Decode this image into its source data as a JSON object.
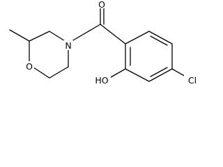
{
  "molecule": {
    "atom_labels": {
      "oxygen_carbonyl": "O",
      "nitrogen": "N",
      "oxygen_ring": "O",
      "chlorine": "Cl",
      "hydroxyl": "HO"
    },
    "colors": {
      "bond": "#000000",
      "label": "#000000",
      "background": "#ffffff"
    }
  }
}
